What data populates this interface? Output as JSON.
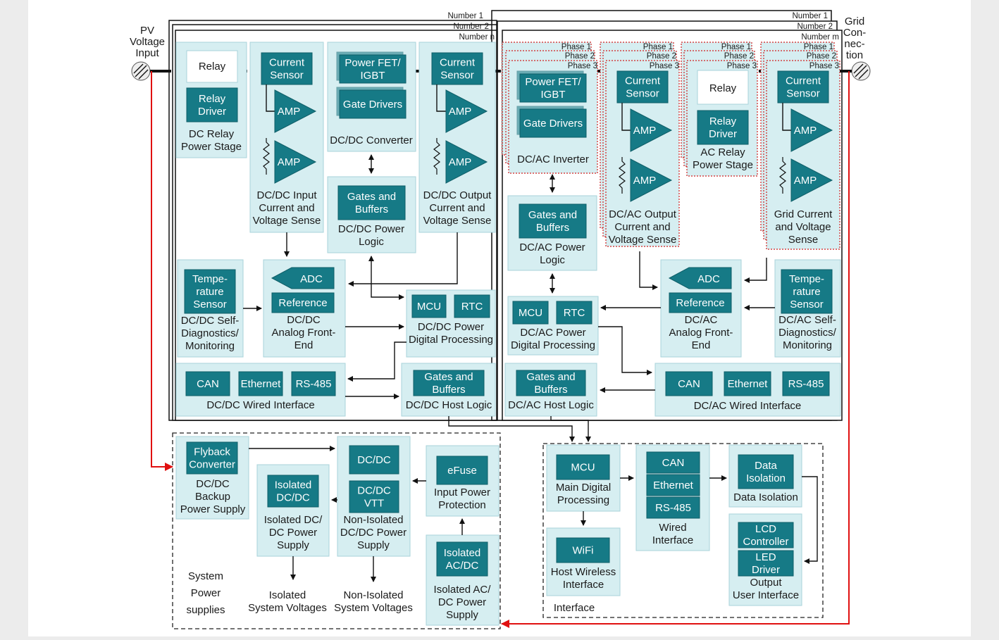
{
  "labels": {
    "pv_input": [
      "PV",
      "Voltage",
      "Input"
    ],
    "grid": [
      "Grid",
      "Con-",
      "nec-",
      "tion"
    ],
    "number_1": "Number 1",
    "number_2": "Number 2",
    "number_n": "Number n",
    "number_m": "Number m",
    "phase_1": "Phase 1",
    "phase_2": "Phase 2",
    "phase_3": "Phase 3"
  },
  "dcdc": {
    "relay": "Relay",
    "relay_driver": [
      "Relay",
      "Driver"
    ],
    "relay_stage": [
      "DC Relay",
      "Power Stage"
    ],
    "current_sensor": [
      "Current",
      "Sensor"
    ],
    "amp": "AMP",
    "input_sense": [
      "DC/DC Input",
      "Current and",
      "Voltage Sense"
    ],
    "power_fet": [
      "Power FET/",
      "IGBT"
    ],
    "gate_drivers": "Gate Drivers",
    "converter": "DC/DC Converter",
    "gates_buffers": [
      "Gates and",
      "Buffers"
    ],
    "power_logic": [
      "DC/DC Power",
      "Logic"
    ],
    "output_sense": [
      "DC/DC Output",
      "Current and",
      "Voltage Sense"
    ],
    "temp_sensor": [
      "Tempe-",
      "rature",
      "Sensor"
    ],
    "self_diag": [
      "DC/DC Self-",
      "Diagnostics/",
      "Monitoring"
    ],
    "adc": "ADC",
    "reference": "Reference",
    "afe": [
      "DC/DC",
      "Analog Front-",
      "End"
    ],
    "mcu": "MCU",
    "rtc": "RTC",
    "digital_processing": [
      "DC/DC Power",
      "Digital Processing"
    ],
    "can": "CAN",
    "ethernet": "Ethernet",
    "rs485": "RS-485",
    "wired_interface": "DC/DC Wired Interface",
    "host_gates": [
      "Gates and",
      "Buffers"
    ],
    "host_logic": "DC/DC Host Logic"
  },
  "dcac": {
    "power_fet": [
      "Power FET/",
      "IGBT"
    ],
    "gate_drivers": "Gate Drivers",
    "inverter": "DC/AC Inverter",
    "current_sensor": [
      "Current",
      "Sensor"
    ],
    "amp": "AMP",
    "output_sense": [
      "DC/AC Output",
      "Current and",
      "Voltage Sense"
    ],
    "relay": "Relay",
    "relay_driver": [
      "Relay",
      "Driver"
    ],
    "relay_stage": [
      "AC Relay",
      "Power Stage"
    ],
    "grid_sense": [
      "Grid Current",
      "and Voltage",
      "Sense"
    ],
    "gates_buffers": [
      "Gates and",
      "Buffers"
    ],
    "power_logic": [
      "DC/AC Power",
      "Logic"
    ],
    "mcu": "MCU",
    "rtc": "RTC",
    "digital_processing": [
      "DC/AC Power",
      "Digital Processing"
    ],
    "adc": "ADC",
    "reference": "Reference",
    "afe": [
      "DC/AC",
      "Analog Front-",
      "End"
    ],
    "temp_sensor": [
      "Tempe-",
      "rature",
      "Sensor"
    ],
    "self_diag": [
      "DC/AC Self-",
      "Diagnostics/",
      "Monitoring"
    ],
    "host_gates": [
      "Gates and",
      "Buffers"
    ],
    "host_logic": "DC/AC Host Logic",
    "can": "CAN",
    "ethernet": "Ethernet",
    "rs485": "RS-485",
    "wired_interface": "DC/AC Wired Interface"
  },
  "power": {
    "flyback": [
      "Flyback",
      "Converter"
    ],
    "backup": [
      "DC/DC",
      "Backup",
      "Power Supply"
    ],
    "isolated_dcdc": [
      "Isolated",
      "DC/DC"
    ],
    "isolated_supply": [
      "Isolated DC/",
      "DC Power",
      "Supply"
    ],
    "dcdc": "DC/DC",
    "dcdc_vtt": [
      "DC/DC",
      "VTT"
    ],
    "nonisolated_supply": [
      "Non-Isolated",
      "DC/DC Power",
      "Supply"
    ],
    "efuse": "eFuse",
    "input_protection": [
      "Input Power",
      "Protection"
    ],
    "isolated_acdc": [
      "Isolated",
      "AC/DC"
    ],
    "acdc_supply": [
      "Isolated AC/",
      "DC Power",
      "Supply"
    ],
    "isolated_voltages": [
      "Isolated",
      "System Voltages"
    ],
    "nonisolated_voltages": [
      "Non-Isolated",
      "System Voltages"
    ],
    "group_title": [
      "System",
      "Power",
      "supplies"
    ]
  },
  "iface": {
    "mcu": "MCU",
    "main_processing": [
      "Main Digital",
      "Processing"
    ],
    "wifi": "WiFi",
    "host_wireless": [
      "Host Wireless",
      "Interface"
    ],
    "can": "CAN",
    "ethernet": "Ethernet",
    "rs485": "RS-485",
    "wired_interface": [
      "Wired",
      "Interface"
    ],
    "data_isolation_btn": [
      "Data",
      "Isolation"
    ],
    "data_isolation": "Data Isolation",
    "lcd": [
      "LCD",
      "Controller"
    ],
    "led": [
      "LED",
      "Driver"
    ],
    "output_ui": [
      "Output",
      "User Interface"
    ],
    "group_title": "Interface"
  },
  "colors": {
    "light_block": "#d6eef1",
    "dark_block": "#167a86",
    "power_rail": "#e01010"
  }
}
